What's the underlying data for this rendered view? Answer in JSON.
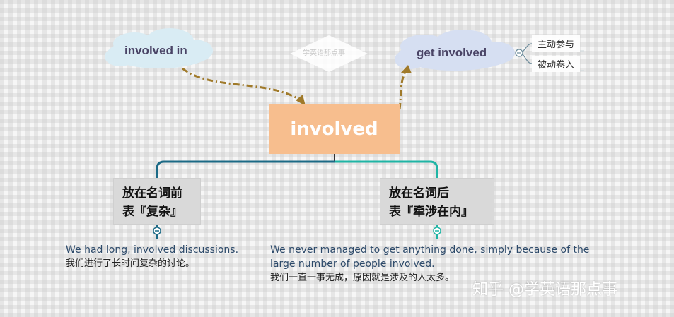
{
  "central": {
    "label": "involved"
  },
  "clouds": {
    "left": "involved in",
    "right": "get involved"
  },
  "right_subitems": [
    "主动参与",
    "被动卷入"
  ],
  "branches": [
    {
      "title_line1": "放在名词前",
      "title_line2": "表『复杂』",
      "example_en": "We had long, involved discussions.",
      "example_cn": "我们进行了长时间复杂的讨论。"
    },
    {
      "title_line1": "放在名词后",
      "title_line2": "表『牵涉在内』",
      "example_en_line1": "We never managed to get anything done, simply because of the",
      "example_en_line2": "large number of people involved.",
      "example_cn": "我们一直一事无成，原因就是涉及的人太多。"
    }
  ],
  "watermarks": {
    "top": "学英语那点事",
    "bottom": "知乎 @学英语那点事"
  },
  "colors": {
    "central_fill": "#f7be8e",
    "cloud_left": "#d9ecf4",
    "cloud_right": "#d6dff2",
    "arrow": "#a07a2a",
    "branch_line_left": "#1c6a86",
    "branch_line_right": "#1fb5a5"
  }
}
